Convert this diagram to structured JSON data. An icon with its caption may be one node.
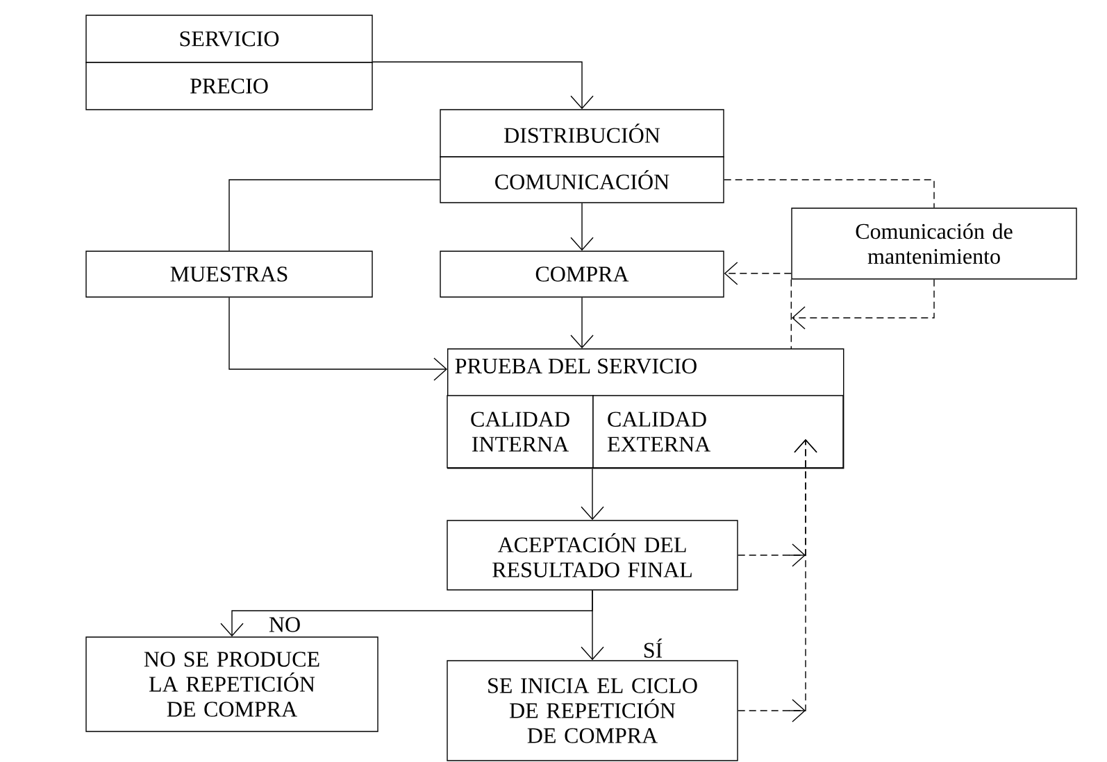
{
  "diagram": {
    "nodes": [
      {
        "text": [
          "SERVICIO"
        ]
      },
      {
        "text": [
          "PRECIO"
        ]
      },
      {
        "text": [
          "DISTRIBUCIÓN"
        ]
      },
      {
        "text": [
          "COMUNICACIÓN"
        ]
      },
      {
        "text": [
          "Comunicación de mantenimiento"
        ]
      },
      {
        "text": [
          "MUESTRAS"
        ]
      },
      {
        "text": [
          "COMPRA"
        ]
      },
      {
        "text": [
          "PRUEBA DEL SERVICIO"
        ]
      },
      {
        "text": [
          "CALIDAD INTERNA"
        ],
        "in": 7
      },
      {
        "text": [
          "CALIDAD EXTERNA"
        ],
        "in": 7
      },
      {
        "text": [
          "ACEPTACIÓN DEL RESULTADO FINAL"
        ]
      },
      {
        "text": [
          "NO SE PRODUCE LA REPETICIÓN DE COMPRA"
        ]
      },
      {
        "text": [
          "SE INICIA EL CICLO DE REPETICIÓN DE COMPRA"
        ]
      }
    ],
    "edges": [
      {
        "from": 1,
        "to": 2,
        "arrow": "to"
      },
      {
        "from": 3,
        "to": 5,
        "arrow": "none"
      },
      {
        "from": 3,
        "to": 6,
        "arrow": "to"
      },
      {
        "from": 3,
        "to": 4,
        "arrow": "none",
        "style": "dashed"
      },
      {
        "from": 4,
        "to": 6,
        "arrow": "to",
        "style": "dashed"
      },
      {
        "from": 4,
        "to": 7,
        "arrow": "none",
        "style": "dashed"
      },
      {
        "from": 5,
        "to": 7,
        "arrow": "to"
      },
      {
        "from": 6,
        "to": 7,
        "arrow": "to"
      },
      {
        "from": 7,
        "to": 10,
        "arrow": "to"
      },
      {
        "from": 10,
        "to": 9,
        "arrow": "to",
        "style": "dashed"
      },
      {
        "from": 12,
        "to": 9,
        "arrow": "to",
        "style": "dashed"
      },
      {
        "from": 10,
        "to": 11,
        "arrow": "to",
        "label": "NO"
      },
      {
        "from": 10,
        "to": 12,
        "arrow": "to",
        "label": "SÍ"
      },
      {
        "from": 4,
        "to": null,
        "arrow": "to",
        "style": "dashed"
      }
    ]
  }
}
